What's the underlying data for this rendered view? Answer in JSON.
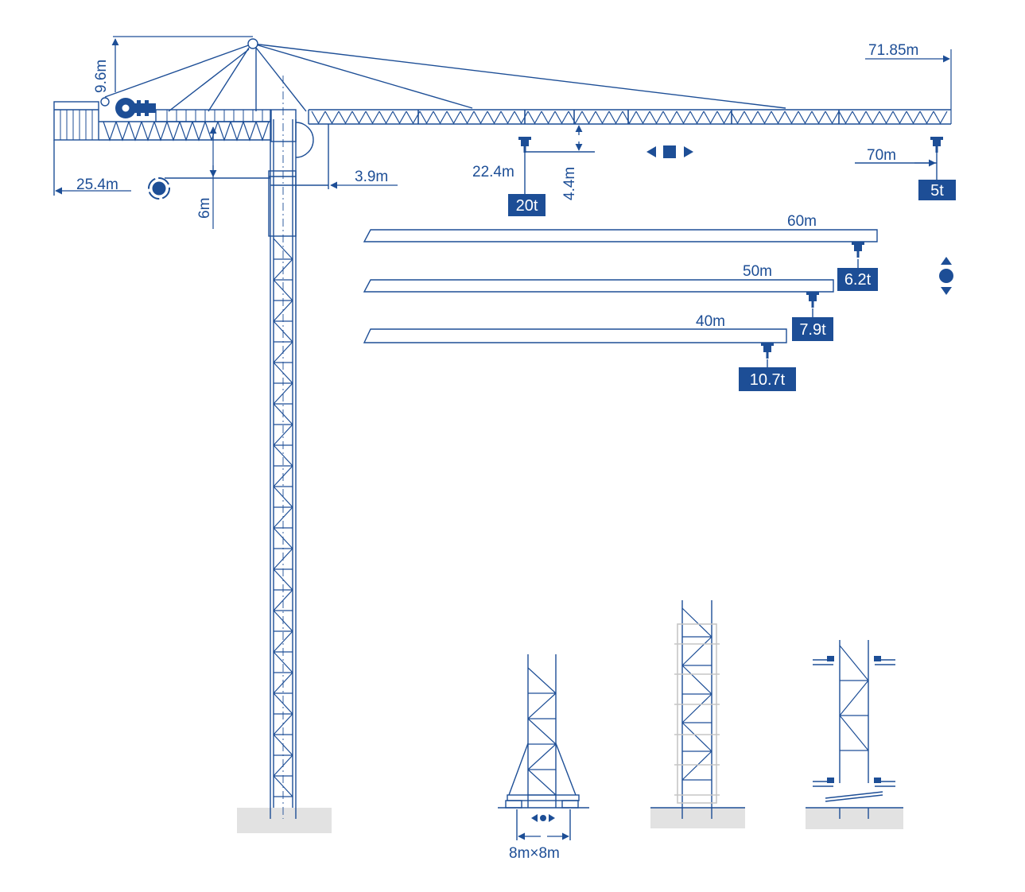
{
  "colors": {
    "primary": "#1d4e96",
    "badge_bg": "#1d4e96",
    "badge_text": "#ffffff",
    "ground": "#e2e2e2",
    "faint": "#c6c6c6"
  },
  "dimensions": {
    "tip_height": "9.6m",
    "max_radius": "71.85m",
    "counter_jib_length": "25.4m",
    "jib_depth": "6m",
    "pivot_offset": "3.9m",
    "min_radius": "22.4m",
    "hook_depth": "4.4m",
    "tip_load_radius": "70m",
    "foundation": "8m×8m"
  },
  "loads": {
    "min_radius_load": "20t",
    "tip_load": "5t"
  },
  "jib_options": [
    {
      "length": "60m",
      "tip_load": "6.2t"
    },
    {
      "length": "50m",
      "tip_load": "7.9t"
    },
    {
      "length": "40m",
      "tip_load": "10.7t"
    }
  ],
  "icons": {
    "slewing": "slew-rotation-icon",
    "trolley": "trolley-travel-icon",
    "hoisting": "hoist-updown-icon",
    "travel": "base-travel-icon"
  }
}
